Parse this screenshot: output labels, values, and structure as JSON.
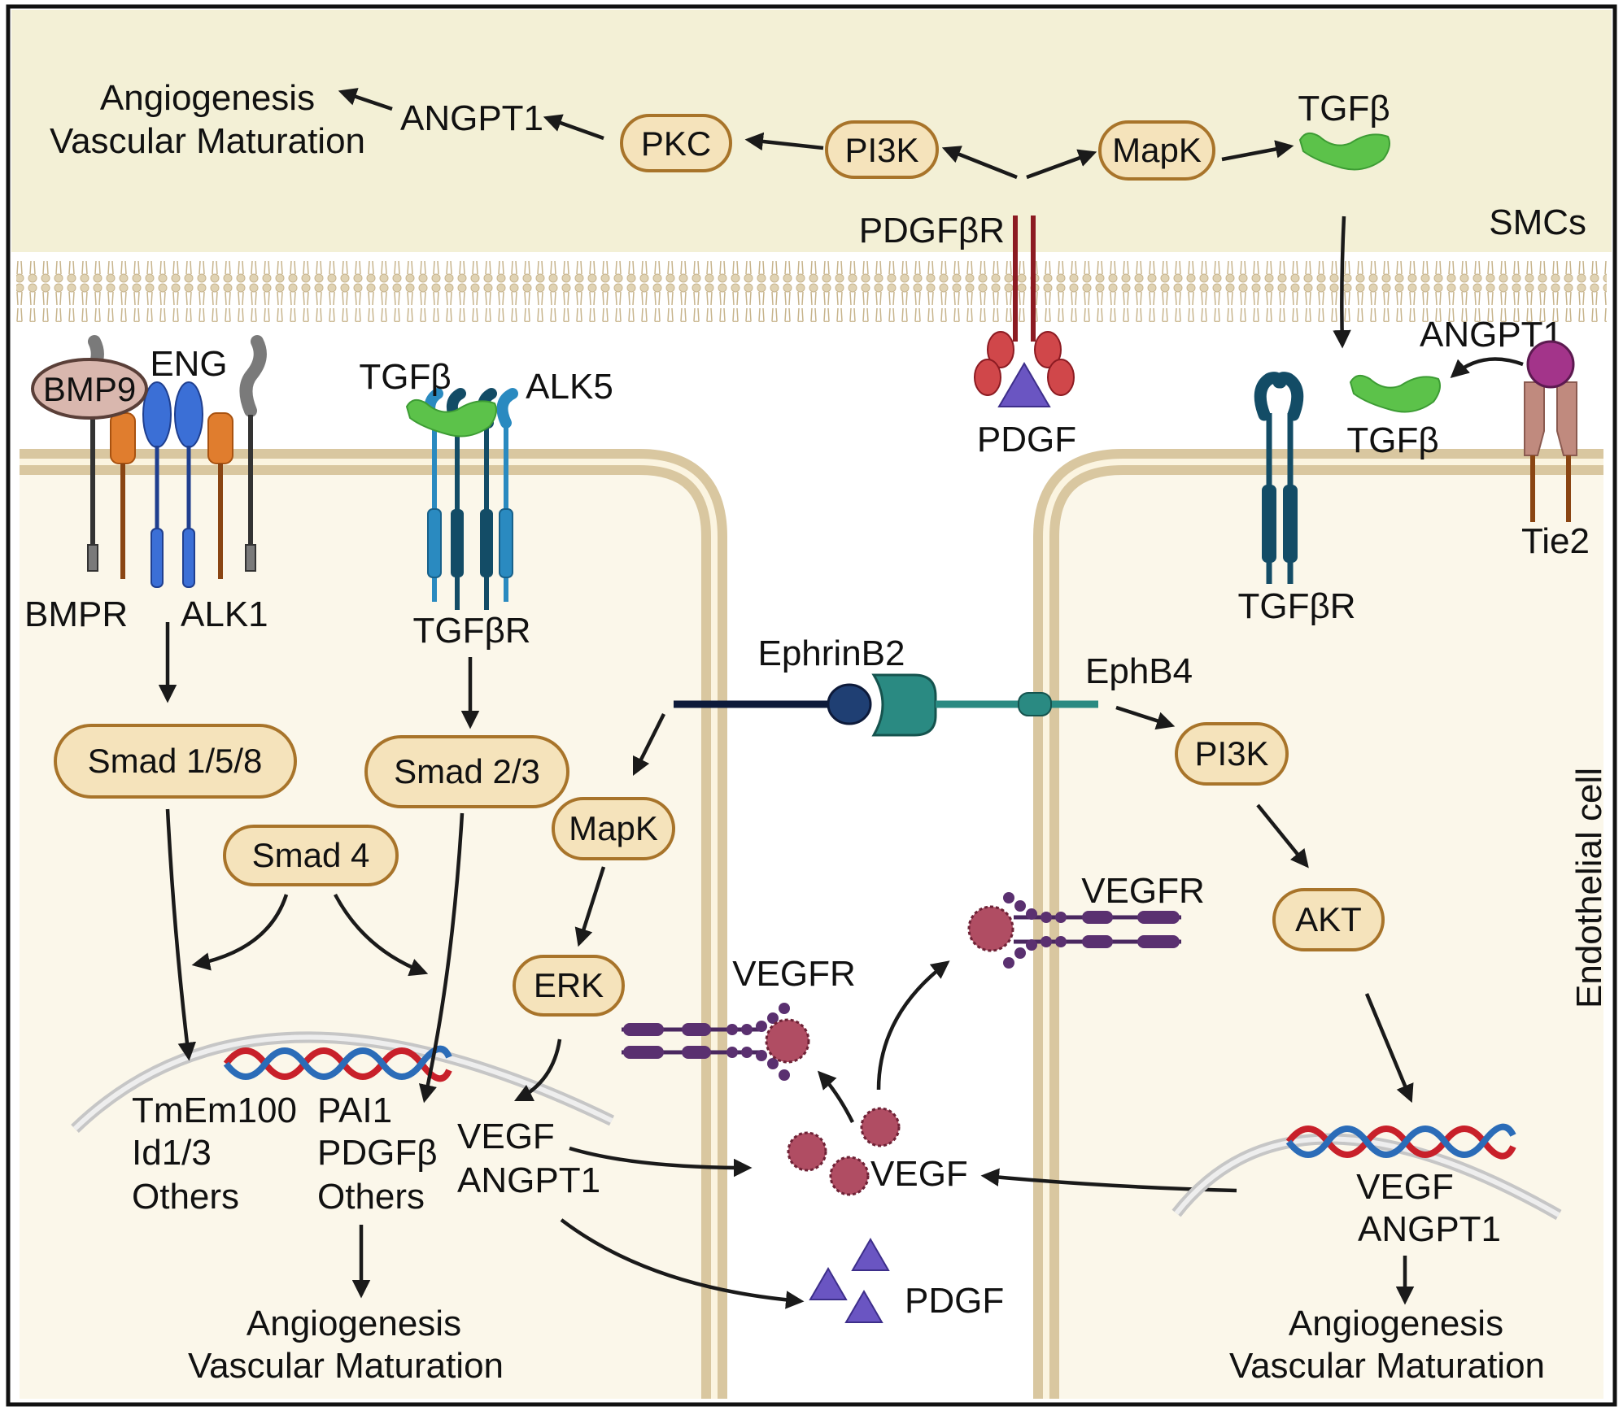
{
  "colors": {
    "smc_region": "#f3f0d6",
    "cytoplasm": "#fbf7ea",
    "membrane": "#d9c7a0",
    "node_fill": "#f5e3bb",
    "node_stroke": "#a8742a",
    "tgfb_green": "#5cc24a",
    "vegf_pink": "#b04d63",
    "pdgf_purple": "#6a55c2",
    "dna_red": "#c8202a",
    "dna_blue": "#2b6cb8"
  },
  "regions": {
    "smc": "SMCs",
    "endothelial": "Endothelial cell"
  },
  "smc_pathway": {
    "outcome_line1": "Angiogenesis",
    "outcome_line2": "Vascular Maturation",
    "angpt1": "ANGPT1",
    "pkc": "PKC",
    "pi3k": "PI3K",
    "mapk": "MapK",
    "tgfb": "TGFβ",
    "receptor": "PDGFβR",
    "ligand": "PDGF"
  },
  "left_cell": {
    "bmp9": "BMP9",
    "eng": "ENG",
    "bmpr": "BMPR",
    "alk1": "ALK1",
    "tgfb": "TGFβ",
    "alk5": "ALK5",
    "tgfbr": "TGFβR",
    "smad158": "Smad 1/5/8",
    "smad23": "Smad 2/3",
    "smad4": "Smad 4",
    "genes1": [
      "TmEm100",
      "Id1/3",
      "Others"
    ],
    "genes2": [
      "PAI1",
      "PDGFβ",
      "Others"
    ],
    "genes3": [
      "VEGF",
      "ANGPT1"
    ],
    "outcome_line1": "Angiogenesis",
    "outcome_line2": "Vascular Maturation",
    "mapk": "MapK",
    "erk": "ERK"
  },
  "middle": {
    "ephrinb2": "EphrinB2",
    "ephb4": "EphB4",
    "vegfr_left": "VEGFR",
    "vegfr_right": "VEGFR",
    "vegf": "VEGF",
    "pdgf": "PDGF"
  },
  "right_cell": {
    "angpt1": "ANGPT1",
    "tgfb": "TGFβ",
    "tie2": "Tie2",
    "tgfbr": "TGFβR",
    "pi3k": "PI3K",
    "akt": "AKT",
    "genes": [
      "VEGF",
      "ANGPT1"
    ],
    "outcome_line1": "Angiogenesis",
    "outcome_line2": "Vascular Maturation"
  }
}
